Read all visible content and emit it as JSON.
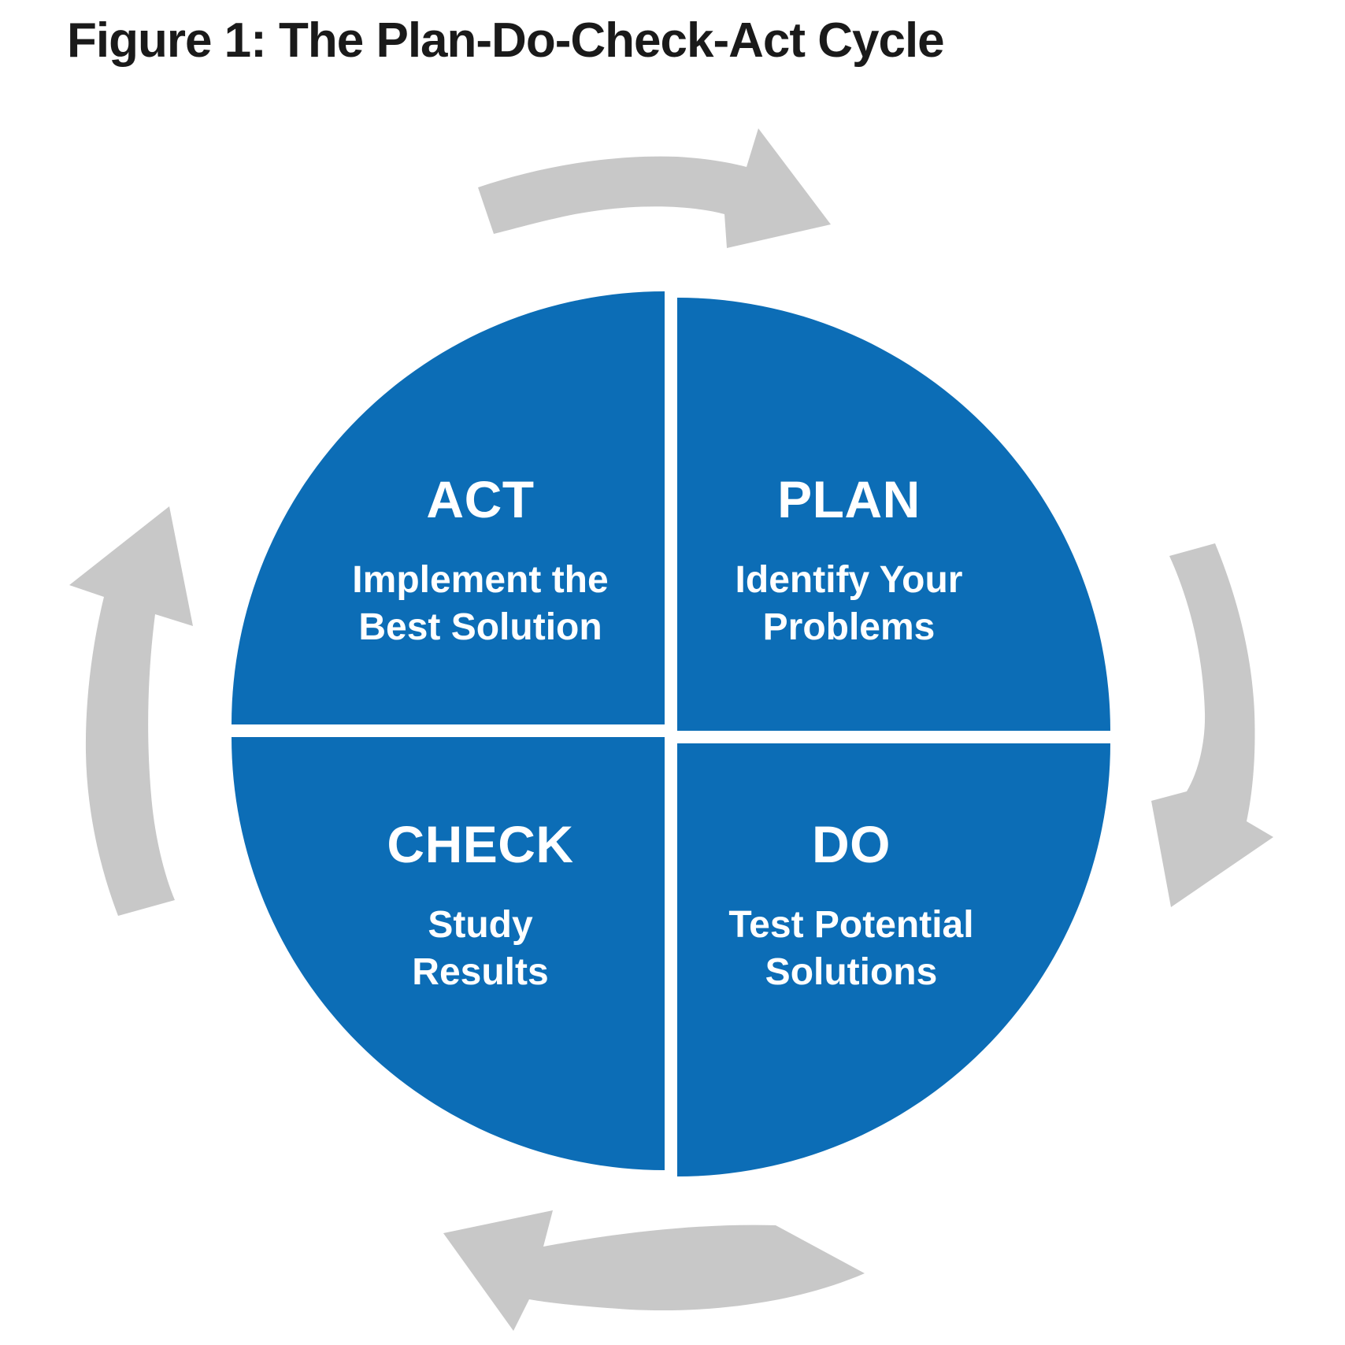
{
  "title": "Figure 1: The Plan-Do-Check-Act Cycle",
  "colors": {
    "circle_blue": "#0C6DB6",
    "arrow_gray": "#C8C8C8",
    "title_text": "#1A1A1A",
    "quadrant_text": "#FFFFFF",
    "background": "#FFFFFF"
  },
  "cycle": {
    "act": {
      "label": "ACT",
      "description": "Implement the\nBest Solution"
    },
    "plan": {
      "label": "PLAN",
      "description": "Identify Your\nProblems"
    },
    "do": {
      "label": "DO",
      "description": "Test Potential\nSolutions"
    },
    "check": {
      "label": "CHECK",
      "description": "Study\nResults"
    }
  },
  "arrows": {
    "direction": "clockwise",
    "count": 4
  }
}
